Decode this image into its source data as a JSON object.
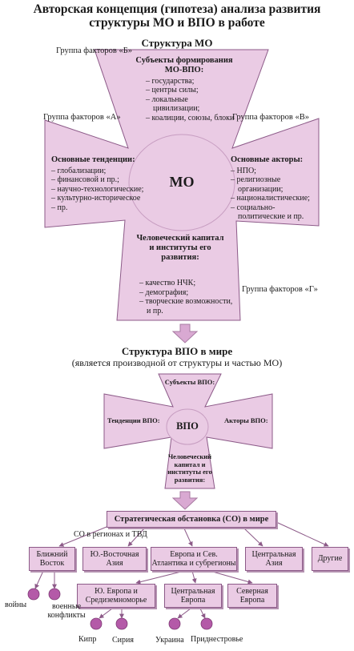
{
  "title": {
    "line1": "Авторская концепция (гипотеза) анализа развития",
    "line2": "структуры МО и ВПО в работе"
  },
  "mo": {
    "heading": "Структура МО",
    "center": "МО",
    "groups": {
      "b": "Группа факторов «Б»",
      "a": "Группа факторов «А»",
      "v": "Группа факторов «В»",
      "g": "Группа факторов «Г»"
    },
    "subjects": {
      "title": "Субъекты формирования МО-ВПО:",
      "items": [
        "государства;",
        "центры силы;",
        "локальные цивилизации;",
        "коалиции, союзы, блоки"
      ]
    },
    "trends": {
      "title": "Основные тенденции:",
      "items": [
        "глобализации;",
        "финансовой и пр.;",
        "научно-технологические;",
        "культурно-историческое",
        "пр."
      ]
    },
    "actors": {
      "title": "Основные акторы:",
      "items": [
        "НПО;",
        "религиозные организации;",
        "националистические;",
        "социально-политические и пр."
      ]
    },
    "capital": {
      "title": "Человеческий капитал и институты его развития:",
      "items": [
        "качество НЧК;",
        "демография;",
        "творческие возможности, и пр."
      ]
    }
  },
  "vpo": {
    "heading": "Структура ВПО в мире",
    "subheading": "(является производной от структуры и частью МО)",
    "center": "ВПО",
    "subjects": "Субъекты ВПО:",
    "trends": "Тенденции ВПО:",
    "actors": "Акторы ВПО:",
    "capital": "Человеческий капитал и институты его развития:"
  },
  "so": {
    "main": "Стратегическая обстановка (СО) в мире",
    "link_label": "СО в регионах и ТВД",
    "regions": [
      "Ближний Восток",
      "Ю.-Восточная Азия",
      "Европа и Сев. Атлантика и субрегионы",
      "Центральная Азия",
      "Другие"
    ],
    "subregions": [
      "Ю. Европа и Средиземноморье",
      "Центральная Европа",
      "Северная Европа"
    ],
    "leaves": [
      "войны",
      "военные конфликты",
      "Кипр",
      "Сирия",
      "Украина",
      "Приднестровье"
    ]
  },
  "colors": {
    "fill": "#eacbe4",
    "stroke": "#8c5a88",
    "dot": "#b45aa8",
    "arrow": "#d9a9d2"
  }
}
